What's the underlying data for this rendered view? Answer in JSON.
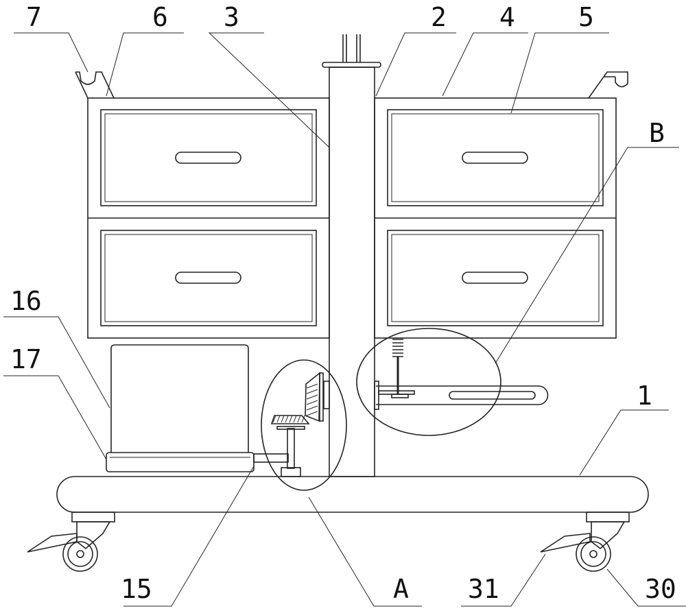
{
  "labels": {
    "l7": "7",
    "l6": "6",
    "l3": "3",
    "l2": "2",
    "l4": "4",
    "l5": "5",
    "lB": "B",
    "l16": "16",
    "l17": "17",
    "l1": "1",
    "l15": "15",
    "lA": "A",
    "l31": "31",
    "l30": "30"
  },
  "colors": {
    "line": "#222222",
    "background": "#ffffff"
  }
}
